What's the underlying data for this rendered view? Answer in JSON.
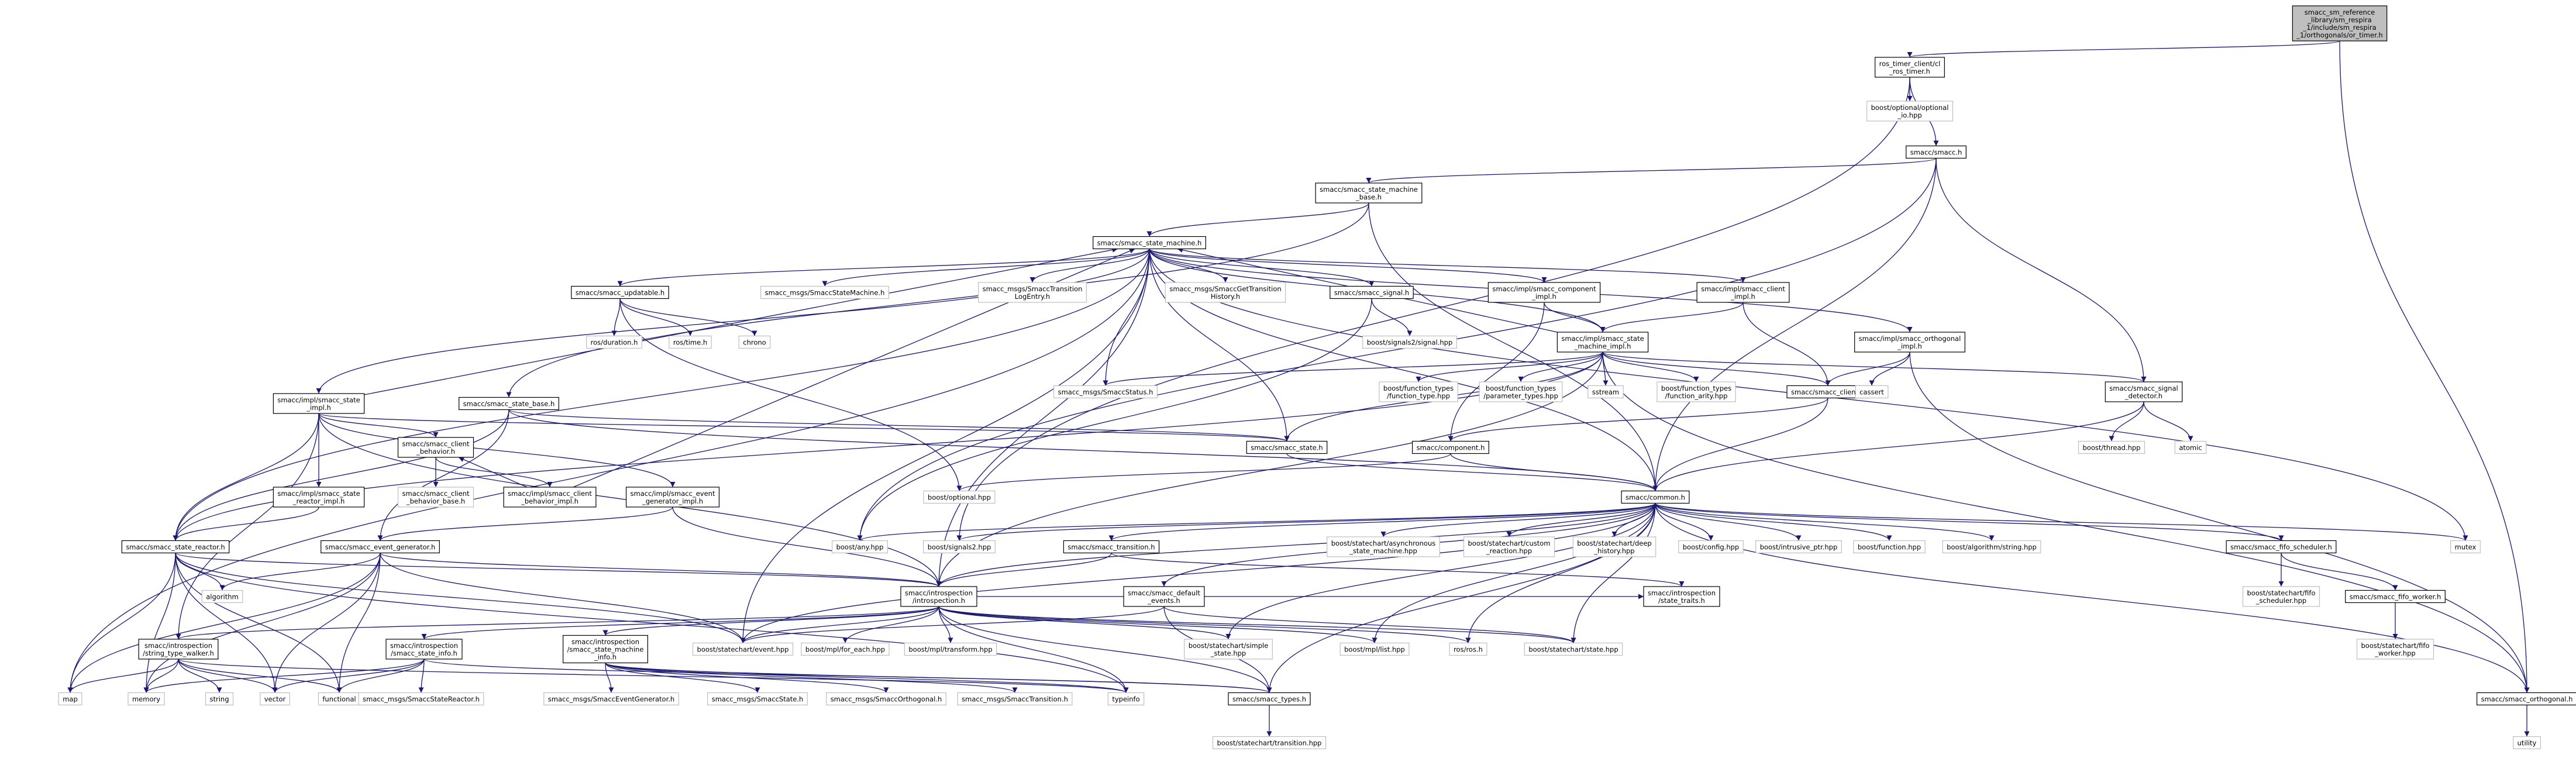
{
  "colors": {
    "edge": "#191970",
    "node_border": "#000000",
    "missing_border": "#bfbfbf",
    "focus_fill": "#bfbfbf",
    "text": "#000000",
    "background": "#ffffff"
  },
  "nodes": [
    {
      "id": "root",
      "lines": [
        "smacc_sm_reference",
        "_library/sm_respira",
        "_1/include/sm_respira",
        "_1/orthogonals/or_timer.h"
      ],
      "kind": "focus"
    },
    {
      "id": "ros_timer_client",
      "lines": [
        "ros_timer_client/cl",
        "_ros_timer.h"
      ],
      "kind": "file"
    },
    {
      "id": "boost_optional_io",
      "lines": [
        "boost/optional/optional",
        "_io.hpp"
      ],
      "kind": "missing"
    },
    {
      "id": "smacc_h",
      "lines": [
        "smacc/smacc.h"
      ],
      "kind": "file"
    },
    {
      "id": "sm_base",
      "lines": [
        "smacc/smacc_state_machine",
        "_base.h"
      ],
      "kind": "file"
    },
    {
      "id": "state_machine",
      "lines": [
        "smacc/smacc_state_machine.h"
      ],
      "kind": "file"
    },
    {
      "id": "updatable",
      "lines": [
        "smacc/smacc_updatable.h"
      ],
      "kind": "file"
    },
    {
      "id": "msg_statemachine",
      "lines": [
        "smacc_msgs/SmaccStateMachine.h"
      ],
      "kind": "missing"
    },
    {
      "id": "msg_translog",
      "lines": [
        "smacc_msgs/SmaccTransition",
        "LogEntry.h"
      ],
      "kind": "missing"
    },
    {
      "id": "msg_gettrans",
      "lines": [
        "smacc_msgs/SmaccGetTransition",
        "History.h"
      ],
      "kind": "missing"
    },
    {
      "id": "signal_h",
      "lines": [
        "smacc/smacc_signal.h"
      ],
      "kind": "file"
    },
    {
      "id": "comp_impl",
      "lines": [
        "smacc/impl/smacc_component",
        "_impl.h"
      ],
      "kind": "file"
    },
    {
      "id": "client_impl",
      "lines": [
        "smacc/impl/smacc_client",
        "_impl.h"
      ],
      "kind": "file"
    },
    {
      "id": "ros_duration",
      "lines": [
        "ros/duration.h"
      ],
      "kind": "missing"
    },
    {
      "id": "ros_time",
      "lines": [
        "ros/time.h"
      ],
      "kind": "missing"
    },
    {
      "id": "chrono",
      "lines": [
        "chrono"
      ],
      "kind": "missing"
    },
    {
      "id": "signals2_signal",
      "lines": [
        "boost/signals2/signal.hpp"
      ],
      "kind": "missing"
    },
    {
      "id": "sm_impl",
      "lines": [
        "smacc/impl/smacc_state",
        "_machine_impl.h"
      ],
      "kind": "file"
    },
    {
      "id": "orth_impl",
      "lines": [
        "smacc/impl/smacc_orthogonal",
        "_impl.h"
      ],
      "kind": "file"
    },
    {
      "id": "msg_status",
      "lines": [
        "smacc_msgs/SmaccStatus.h"
      ],
      "kind": "missing"
    },
    {
      "id": "ft_type",
      "lines": [
        "boost/function_types",
        "/function_type.hpp"
      ],
      "kind": "missing"
    },
    {
      "id": "ft_param",
      "lines": [
        "boost/function_types",
        "/parameter_types.hpp"
      ],
      "kind": "missing"
    },
    {
      "id": "sstream",
      "lines": [
        "sstream"
      ],
      "kind": "missing"
    },
    {
      "id": "ft_arity",
      "lines": [
        "boost/function_types",
        "/function_arity.hpp"
      ],
      "kind": "missing"
    },
    {
      "id": "client_h",
      "lines": [
        "smacc/smacc_client.h"
      ],
      "kind": "file"
    },
    {
      "id": "cassert",
      "lines": [
        "cassert"
      ],
      "kind": "missing"
    },
    {
      "id": "signal_detector",
      "lines": [
        "smacc/smacc_signal",
        "_detector.h"
      ],
      "kind": "file"
    },
    {
      "id": "state_impl",
      "lines": [
        "smacc/impl/smacc_state",
        "_impl.h"
      ],
      "kind": "file"
    },
    {
      "id": "state_base",
      "lines": [
        "smacc/smacc_state_base.h"
      ],
      "kind": "file"
    },
    {
      "id": "client_behavior",
      "lines": [
        "smacc/smacc_client",
        "_behavior.h"
      ],
      "kind": "file"
    },
    {
      "id": "state_h",
      "lines": [
        "smacc/smacc_state.h"
      ],
      "kind": "file"
    },
    {
      "id": "component_h",
      "lines": [
        "smacc/component.h"
      ],
      "kind": "file"
    },
    {
      "id": "boost_thread",
      "lines": [
        "boost/thread.hpp"
      ],
      "kind": "missing"
    },
    {
      "id": "atomic",
      "lines": [
        "atomic"
      ],
      "kind": "missing"
    },
    {
      "id": "client_behavior_base",
      "lines": [
        "smacc/smacc_client",
        "_behavior_base.h"
      ],
      "kind": "missing"
    },
    {
      "id": "client_behavior_impl",
      "lines": [
        "smacc/impl/smacc_client",
        "_behavior_impl.h"
      ],
      "kind": "file"
    },
    {
      "id": "state_reactor_impl",
      "lines": [
        "smacc/impl/smacc_state",
        "_reactor_impl.h"
      ],
      "kind": "file"
    },
    {
      "id": "event_gen_impl",
      "lines": [
        "smacc/impl/smacc_event",
        "_generator_impl.h"
      ],
      "kind": "file"
    },
    {
      "id": "boost_optional",
      "lines": [
        "boost/optional.hpp"
      ],
      "kind": "missing"
    },
    {
      "id": "common_h",
      "lines": [
        "smacc/common.h"
      ],
      "kind": "file"
    },
    {
      "id": "state_reactor",
      "lines": [
        "smacc/smacc_state_reactor.h"
      ],
      "kind": "file"
    },
    {
      "id": "event_generator",
      "lines": [
        "smacc/smacc_event_generator.h"
      ],
      "kind": "file"
    },
    {
      "id": "transition_h",
      "lines": [
        "smacc/smacc_transition.h"
      ],
      "kind": "file"
    },
    {
      "id": "boost_any",
      "lines": [
        "boost/any.hpp"
      ],
      "kind": "missing"
    },
    {
      "id": "signals2",
      "lines": [
        "boost/signals2.hpp"
      ],
      "kind": "missing"
    },
    {
      "id": "async_sm",
      "lines": [
        "boost/statechart/asynchronous",
        "_state_machine.hpp"
      ],
      "kind": "missing"
    },
    {
      "id": "custom_reaction",
      "lines": [
        "boost/statechart/custom",
        "_reaction.hpp"
      ],
      "kind": "missing"
    },
    {
      "id": "deep_history",
      "lines": [
        "boost/statechart/deep",
        "_history.hpp"
      ],
      "kind": "missing"
    },
    {
      "id": "boost_config",
      "lines": [
        "boost/config.hpp"
      ],
      "kind": "missing"
    },
    {
      "id": "intrusive_ptr",
      "lines": [
        "boost/intrusive_ptr.hpp"
      ],
      "kind": "missing"
    },
    {
      "id": "boost_function",
      "lines": [
        "boost/function.hpp"
      ],
      "kind": "missing"
    },
    {
      "id": "algo_string",
      "lines": [
        "boost/algorithm/string.hpp"
      ],
      "kind": "missing"
    },
    {
      "id": "fifo_scheduler",
      "lines": [
        "smacc/smacc_fifo_scheduler.h"
      ],
      "kind": "file"
    },
    {
      "id": "mutex",
      "lines": [
        "mutex"
      ],
      "kind": "missing"
    },
    {
      "id": "algorithm",
      "lines": [
        "algorithm"
      ],
      "kind": "missing"
    },
    {
      "id": "introspection",
      "lines": [
        "smacc/introspection",
        "/introspection.h"
      ],
      "kind": "file"
    },
    {
      "id": "default_events",
      "lines": [
        "smacc/smacc_default",
        "_events.h"
      ],
      "kind": "file"
    },
    {
      "id": "state_traits",
      "lines": [
        "smacc/introspection",
        "/state_traits.h"
      ],
      "kind": "file"
    },
    {
      "id": "bs_fifo_sched",
      "lines": [
        "boost/statechart/fifo",
        "_scheduler.hpp"
      ],
      "kind": "missing"
    },
    {
      "id": "fifo_worker_h",
      "lines": [
        "smacc/smacc_fifo_worker.h"
      ],
      "kind": "file"
    },
    {
      "id": "bs_fifo_worker",
      "lines": [
        "boost/statechart/fifo",
        "_worker.hpp"
      ],
      "kind": "missing"
    },
    {
      "id": "string_walker",
      "lines": [
        "smacc/introspection",
        "/string_type_walker.h"
      ],
      "kind": "file"
    },
    {
      "id": "state_info",
      "lines": [
        "smacc/introspection",
        "/smacc_state_info.h"
      ],
      "kind": "file"
    },
    {
      "id": "bs_event",
      "lines": [
        "boost/statechart/event.hpp"
      ],
      "kind": "missing"
    },
    {
      "id": "sm_info",
      "lines": [
        "smacc/introspection",
        "/smacc_state_machine",
        "_info.h"
      ],
      "kind": "file"
    },
    {
      "id": "for_each",
      "lines": [
        "boost/mpl/for_each.hpp"
      ],
      "kind": "missing"
    },
    {
      "id": "mpl_transform",
      "lines": [
        "boost/mpl/transform.hpp"
      ],
      "kind": "missing"
    },
    {
      "id": "simple_state",
      "lines": [
        "boost/statechart/simple",
        "_state.hpp"
      ],
      "kind": "missing"
    },
    {
      "id": "mpl_list",
      "lines": [
        "boost/mpl/list.hpp"
      ],
      "kind": "missing"
    },
    {
      "id": "ros_ros",
      "lines": [
        "ros/ros.h"
      ],
      "kind": "missing"
    },
    {
      "id": "bs_state",
      "lines": [
        "boost/statechart/state.hpp"
      ],
      "kind": "missing"
    },
    {
      "id": "map",
      "lines": [
        "map"
      ],
      "kind": "missing"
    },
    {
      "id": "memory",
      "lines": [
        "memory"
      ],
      "kind": "missing"
    },
    {
      "id": "string",
      "lines": [
        "string"
      ],
      "kind": "missing"
    },
    {
      "id": "vector",
      "lines": [
        "vector"
      ],
      "kind": "missing"
    },
    {
      "id": "functional",
      "lines": [
        "functional"
      ],
      "kind": "missing"
    },
    {
      "id": "msg_reactor",
      "lines": [
        "smacc_msgs/SmaccStateReactor.h"
      ],
      "kind": "missing"
    },
    {
      "id": "msg_eventgen",
      "lines": [
        "smacc_msgs/SmaccEventGenerator.h"
      ],
      "kind": "missing"
    },
    {
      "id": "msg_state",
      "lines": [
        "smacc_msgs/SmaccState.h"
      ],
      "kind": "missing"
    },
    {
      "id": "msg_orthogonal",
      "lines": [
        "smacc_msgs/SmaccOrthogonal.h"
      ],
      "kind": "missing"
    },
    {
      "id": "msg_transition",
      "lines": [
        "smacc_msgs/SmaccTransition.h"
      ],
      "kind": "missing"
    },
    {
      "id": "typeinfo",
      "lines": [
        "typeinfo"
      ],
      "kind": "missing"
    },
    {
      "id": "types_h",
      "lines": [
        "smacc/smacc_types.h"
      ],
      "kind": "file"
    },
    {
      "id": "bs_transition",
      "lines": [
        "boost/statechart/transition.hpp"
      ],
      "kind": "missing"
    },
    {
      "id": "orthogonal_h",
      "lines": [
        "smacc/smacc_orthogonal.h"
      ],
      "kind": "file"
    },
    {
      "id": "utility",
      "lines": [
        "utility"
      ],
      "kind": "missing"
    }
  ],
  "edges": [
    [
      "root",
      "ros_timer_client"
    ],
    [
      "root",
      "orthogonal_h"
    ],
    [
      "ros_timer_client",
      "boost_optional_io"
    ],
    [
      "ros_timer_client",
      "smacc_h"
    ],
    [
      "ros_timer_client",
      "signals2"
    ],
    [
      "smacc_h",
      "sm_base"
    ],
    [
      "smacc_h",
      "common_h"
    ],
    [
      "smacc_h",
      "signal_detector"
    ],
    [
      "smacc_h",
      "boost_any"
    ],
    [
      "sm_base",
      "state_machine"
    ],
    [
      "sm_base",
      "state_base"
    ],
    [
      "sm_base",
      "common_h"
    ],
    [
      "state_machine",
      "updatable"
    ],
    [
      "state_machine",
      "msg_statemachine"
    ],
    [
      "state_machine",
      "msg_translog"
    ],
    [
      "state_machine",
      "msg_gettrans"
    ],
    [
      "state_machine",
      "signal_h"
    ],
    [
      "state_machine",
      "comp_impl"
    ],
    [
      "state_machine",
      "client_impl"
    ],
    [
      "state_machine",
      "orth_impl"
    ],
    [
      "state_machine",
      "state_impl"
    ],
    [
      "state_machine",
      "msg_status"
    ],
    [
      "state_machine",
      "map"
    ],
    [
      "state_machine",
      "mutex"
    ],
    [
      "state_machine",
      "common_h"
    ],
    [
      "state_machine",
      "introspection"
    ],
    [
      "state_machine",
      "state_reactor"
    ],
    [
      "state_machine",
      "state_h"
    ],
    [
      "state_machine",
      "sm_impl"
    ],
    [
      "state_machine",
      "bs_event"
    ],
    [
      "updatable",
      "ros_duration"
    ],
    [
      "updatable",
      "ros_time"
    ],
    [
      "updatable",
      "chrono"
    ],
    [
      "updatable",
      "boost_optional"
    ],
    [
      "signal_h",
      "signals2_signal"
    ],
    [
      "signal_h",
      "boost_any"
    ],
    [
      "comp_impl",
      "sm_impl"
    ],
    [
      "comp_impl",
      "component_h"
    ],
    [
      "client_impl",
      "sm_impl"
    ],
    [
      "client_impl",
      "client_h"
    ],
    [
      "sm_impl",
      "msg_status"
    ],
    [
      "sm_impl",
      "ft_type"
    ],
    [
      "sm_impl",
      "ft_param"
    ],
    [
      "sm_impl",
      "sstream"
    ],
    [
      "sm_impl",
      "ft_arity"
    ],
    [
      "sm_impl",
      "client_h"
    ],
    [
      "sm_impl",
      "signal_detector"
    ],
    [
      "sm_impl",
      "state_machine"
    ],
    [
      "sm_impl",
      "introspection"
    ],
    [
      "sm_impl",
      "state_reactor"
    ],
    [
      "sm_impl",
      "state_h"
    ],
    [
      "sm_impl",
      "orthogonal_h"
    ],
    [
      "orth_impl",
      "client_h"
    ],
    [
      "orth_impl",
      "cassert"
    ],
    [
      "orth_impl",
      "orthogonal_h"
    ],
    [
      "client_h",
      "common_h"
    ],
    [
      "client_h",
      "component_h"
    ],
    [
      "signal_detector",
      "boost_thread"
    ],
    [
      "signal_detector",
      "atomic"
    ],
    [
      "signal_detector",
      "common_h"
    ],
    [
      "state_impl",
      "state_machine"
    ],
    [
      "state_impl",
      "client_behavior"
    ],
    [
      "state_impl",
      "state_reactor_impl"
    ],
    [
      "state_impl",
      "event_gen_impl"
    ],
    [
      "state_impl",
      "state_reactor"
    ],
    [
      "state_impl",
      "string_walker"
    ],
    [
      "state_impl",
      "introspection"
    ],
    [
      "state_impl",
      "state_h"
    ],
    [
      "state_base",
      "state_h"
    ],
    [
      "state_base",
      "event_generator"
    ],
    [
      "state_base",
      "state_reactor"
    ],
    [
      "state_base",
      "common_h"
    ],
    [
      "client_behavior",
      "client_behavior_base"
    ],
    [
      "client_behavior",
      "client_behavior_impl"
    ],
    [
      "client_behavior_impl",
      "client_behavior"
    ],
    [
      "client_behavior_impl",
      "state_machine"
    ],
    [
      "state_reactor_impl",
      "state_reactor"
    ],
    [
      "event_gen_impl",
      "event_generator"
    ],
    [
      "event_gen_impl",
      "introspection"
    ],
    [
      "state_h",
      "common_h"
    ],
    [
      "component_h",
      "common_h"
    ],
    [
      "component_h",
      "boost_optional"
    ],
    [
      "state_reactor",
      "algorithm"
    ],
    [
      "state_reactor",
      "map"
    ],
    [
      "state_reactor",
      "memory"
    ],
    [
      "state_reactor",
      "vector"
    ],
    [
      "state_reactor",
      "functional"
    ],
    [
      "state_reactor",
      "introspection"
    ],
    [
      "state_reactor",
      "bs_event"
    ],
    [
      "state_reactor",
      "typeinfo"
    ],
    [
      "event_generator",
      "algorithm"
    ],
    [
      "event_generator",
      "map"
    ],
    [
      "event_generator",
      "memory"
    ],
    [
      "event_generator",
      "vector"
    ],
    [
      "event_generator",
      "functional"
    ],
    [
      "event_generator",
      "introspection"
    ],
    [
      "event_generator",
      "bs_event"
    ],
    [
      "common_h",
      "boost_any"
    ],
    [
      "common_h",
      "signals2"
    ],
    [
      "common_h",
      "async_sm"
    ],
    [
      "common_h",
      "custom_reaction"
    ],
    [
      "common_h",
      "deep_history"
    ],
    [
      "common_h",
      "boost_config"
    ],
    [
      "common_h",
      "intrusive_ptr"
    ],
    [
      "common_h",
      "boost_function"
    ],
    [
      "common_h",
      "algo_string"
    ],
    [
      "common_h",
      "fifo_scheduler"
    ],
    [
      "common_h",
      "mutex"
    ],
    [
      "common_h",
      "transition_h"
    ],
    [
      "common_h",
      "introspection"
    ],
    [
      "common_h",
      "default_events"
    ],
    [
      "common_h",
      "types_h"
    ],
    [
      "common_h",
      "orthogonal_h"
    ],
    [
      "common_h",
      "ros_ros"
    ],
    [
      "common_h",
      "bs_state"
    ],
    [
      "common_h",
      "simple_state"
    ],
    [
      "common_h",
      "mpl_list"
    ],
    [
      "common_h",
      "bs_event"
    ],
    [
      "transition_h",
      "introspection"
    ],
    [
      "transition_h",
      "state_traits"
    ],
    [
      "fifo_scheduler",
      "bs_fifo_sched"
    ],
    [
      "fifo_scheduler",
      "fifo_worker_h"
    ],
    [
      "fifo_worker_h",
      "bs_fifo_worker"
    ],
    [
      "introspection",
      "string_walker"
    ],
    [
      "introspection",
      "state_info"
    ],
    [
      "introspection",
      "bs_event"
    ],
    [
      "introspection",
      "sm_info"
    ],
    [
      "introspection",
      "for_each"
    ],
    [
      "introspection",
      "mpl_transform"
    ],
    [
      "introspection",
      "simple_state"
    ],
    [
      "introspection",
      "mpl_list"
    ],
    [
      "introspection",
      "ros_ros"
    ],
    [
      "introspection",
      "bs_state"
    ],
    [
      "introspection",
      "typeinfo"
    ],
    [
      "introspection",
      "types_h"
    ],
    [
      "introspection",
      "state_traits"
    ],
    [
      "default_events",
      "bs_event"
    ],
    [
      "default_events",
      "types_h"
    ],
    [
      "default_events",
      "bs_state"
    ],
    [
      "string_walker",
      "map"
    ],
    [
      "string_walker",
      "memory"
    ],
    [
      "string_walker",
      "string"
    ],
    [
      "string_walker",
      "vector"
    ],
    [
      "string_walker",
      "typeinfo"
    ],
    [
      "string_walker",
      "functional"
    ],
    [
      "state_info",
      "memory"
    ],
    [
      "state_info",
      "vector"
    ],
    [
      "state_info",
      "functional"
    ],
    [
      "state_info",
      "types_h"
    ],
    [
      "state_info",
      "msg_reactor"
    ],
    [
      "sm_info",
      "msg_eventgen"
    ],
    [
      "sm_info",
      "msg_state"
    ],
    [
      "sm_info",
      "msg_orthogonal"
    ],
    [
      "sm_info",
      "msg_transition"
    ],
    [
      "sm_info",
      "types_h"
    ],
    [
      "sm_info",
      "typeinfo"
    ],
    [
      "types_h",
      "bs_transition"
    ],
    [
      "orthogonal_h",
      "utility"
    ]
  ]
}
